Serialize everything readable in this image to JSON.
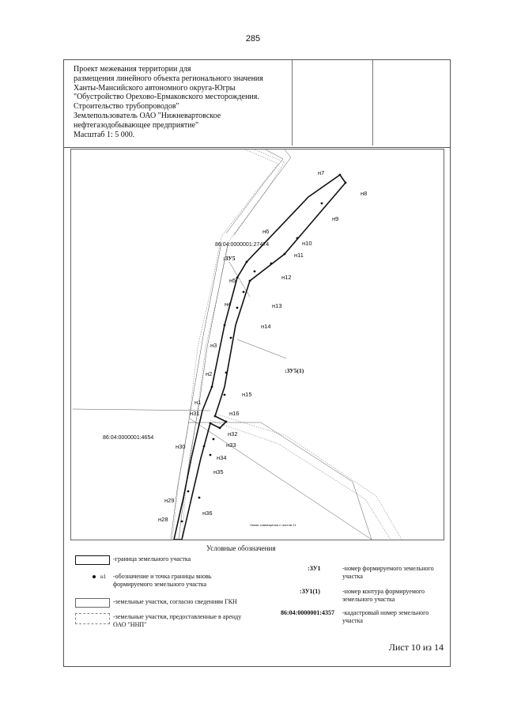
{
  "page_number": "285",
  "title_block": {
    "lines": [
      "Проект межевания территории для",
      "размещения линейного объекта регионального значения",
      "Ханты-Мансийского автономного округа-Югры",
      "\"Обустройство Орехово-Ермаковского месторождения.",
      "Строительство трубопроводов\"",
      "Землепользователь ОАО \"Нижневартовское",
      "нефтегазодобывающее предприятие\"",
      "Масштаб 1: 5 000."
    ]
  },
  "map": {
    "points": {
      "n7": "н7",
      "n8": "н8",
      "n9": "н9",
      "n6": "н6",
      "n10": "н10",
      "n11": "н11",
      "n5": "н5",
      "n12": "н12",
      "n4": "н4",
      "n13": "н13",
      "n14": "н14",
      "n3": "н3",
      "n2": "н2",
      "n15": "н15",
      "n1": "н1",
      "n16": "н16",
      "n31": "н31",
      "n32": "н32",
      "n33": "н33",
      "n30": "н30",
      "n34": "н34",
      "n35": "н35",
      "n29": "н29",
      "n36": "н36",
      "n28": "н28"
    },
    "cadastral_top": "86:04:0000001:27474",
    "cadastral_left": "86:04:0000001:4654",
    "zu5": ":ЗУ5",
    "zu5_1": ":ЗУ5(1)",
    "tiny_note": "Линия совмещения с листом 11"
  },
  "legend": {
    "title": "Условные обозначения",
    "items": {
      "boundary": "-граница земельного участка",
      "point_label": "н1",
      "point": "-обозначение и точка  границы вновь формируемого земельного участка",
      "gkn": "-земельные участки, согласно сведениям ГКН",
      "lease": "-земельные участки, предоставленные в аренду ОАО \"ННП\"",
      "zu1_sym": ":ЗУ1",
      "zu1": "-номер формируемого земельного участка",
      "zu1c_sym": ":ЗУ1(1)",
      "zu1c": "-номер контура формируемого земельного участка",
      "cad_sym": "86:04:0000001:4357",
      "cad": "-кадастровый номер земельного участка"
    }
  },
  "sheet_label": "Лист 10 из 14"
}
